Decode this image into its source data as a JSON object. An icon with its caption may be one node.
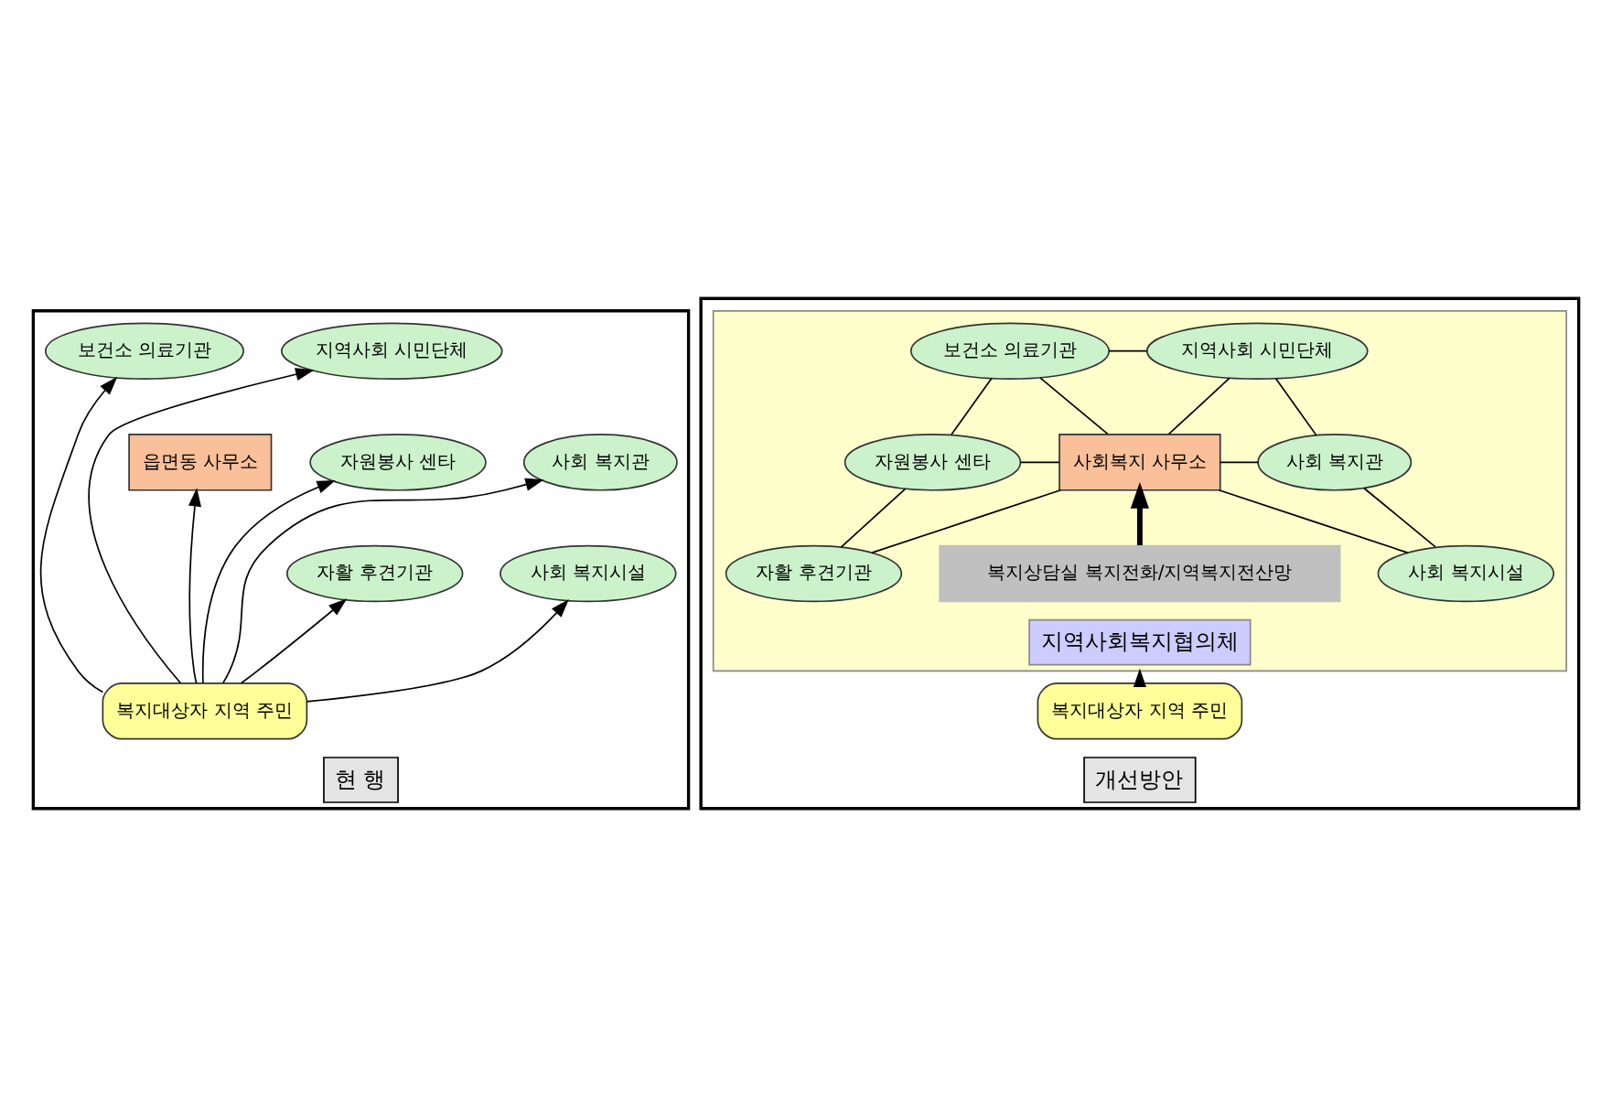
{
  "diagram": {
    "nodes": [
      {
        "text": [
          "현 행"
        ]
      },
      {
        "text": [
          "보건소 의료기관"
        ],
        "in": 0
      },
      {
        "text": [
          "지역사회 시민단체"
        ],
        "in": 0
      },
      {
        "text": [
          "읍면동 사무소"
        ],
        "in": 0
      },
      {
        "text": [
          "자원봉사 센타"
        ],
        "in": 0
      },
      {
        "text": [
          "사회 복지관"
        ],
        "in": 0
      },
      {
        "text": [
          "자활 후견기관"
        ],
        "in": 0
      },
      {
        "text": [
          "사회 복지시설"
        ],
        "in": 0
      },
      {
        "text": [
          "복지대상자 지역 주민"
        ],
        "in": 0
      },
      {
        "text": [
          "개선방안"
        ]
      },
      {
        "text": [
          "지역사회복지협의체"
        ],
        "in": 9
      },
      {
        "text": [
          "보건소 의료기관"
        ],
        "in": 10
      },
      {
        "text": [
          "지역사회 시민단체"
        ],
        "in": 10
      },
      {
        "text": [
          "자원봉사 센타"
        ],
        "in": 10
      },
      {
        "text": [
          "사회복지 사무소"
        ],
        "in": 10
      },
      {
        "text": [
          "사회 복지관"
        ],
        "in": 10
      },
      {
        "text": [
          "자활 후견기관"
        ],
        "in": 10
      },
      {
        "text": [
          "사회 복지시설"
        ],
        "in": 10
      },
      {
        "text": [
          "복지상담실 복지전화/지역복지전산망"
        ],
        "in": 10
      },
      {
        "text": [
          "복지대상자 지역 주민"
        ],
        "in": 9
      }
    ],
    "edges": [
      {
        "from": 8,
        "to": 6,
        "arrow": "to"
      },
      {
        "from": 8,
        "to": 4,
        "arrow": "to"
      },
      {
        "from": 8,
        "to": 1,
        "arrow": "to"
      },
      {
        "from": 8,
        "to": 3,
        "arrow": "to"
      },
      {
        "from": 8,
        "to": 2,
        "arrow": "to"
      },
      {
        "from": 8,
        "to": 5,
        "arrow": "to"
      },
      {
        "from": 8,
        "to": 7,
        "arrow": "to"
      },
      {
        "from": 11,
        "to": 12,
        "arrow": "none"
      },
      {
        "from": 13,
        "to": 11,
        "arrow": "none"
      },
      {
        "from": 15,
        "to": 12,
        "arrow": "none"
      },
      {
        "from": 14,
        "to": 11,
        "arrow": "none"
      },
      {
        "from": 14,
        "to": 12,
        "arrow": "none"
      },
      {
        "from": 13,
        "to": 14,
        "arrow": "none"
      },
      {
        "from": 14,
        "to": 15,
        "arrow": "none"
      },
      {
        "from": 16,
        "to": 13,
        "arrow": "none"
      },
      {
        "from": 17,
        "to": 15,
        "arrow": "none"
      },
      {
        "from": 16,
        "to": 14,
        "arrow": "none"
      },
      {
        "from": 17,
        "to": 14,
        "arrow": "none"
      },
      {
        "from": 18,
        "to": 14,
        "arrow": "to",
        "style": "thick"
      },
      {
        "from": 19,
        "to": 10,
        "arrow": "to"
      }
    ]
  }
}
